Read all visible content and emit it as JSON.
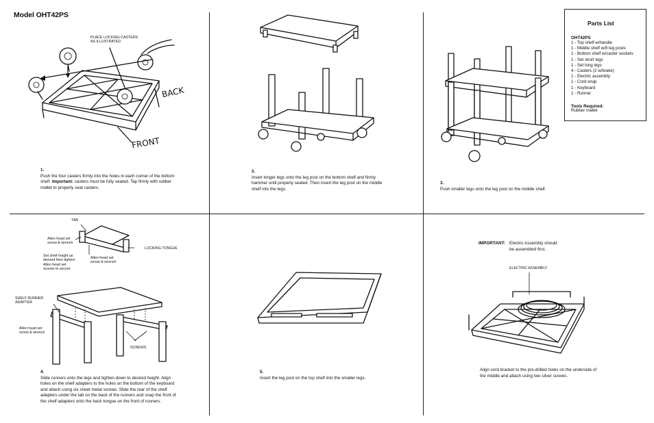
{
  "model_title": "Model OHT42PS",
  "parts_list": {
    "heading": "Parts List",
    "model": "OHT42PS",
    "items": [
      "1 - Top shelf w/handle",
      "1 - Middle shelf w/8 leg posts",
      "1 - Bottom shelf w/caster sockets",
      "1 - Set short legs",
      "1 - Set long legs",
      "4 - Casters (2 w/brake)",
      "1 - Electric assembly",
      "1 - Cord wrap",
      "1 - Keyboard",
      "1 - Runner"
    ],
    "tools_heading": "Tools Required:",
    "tools": "Rubber mallet"
  },
  "step1": {
    "num": "1.",
    "text_a": "Push the four casters firmly into the holes in each corner of the bottom shelf. ",
    "important": "Important:",
    "text_b": " casters must be fully seated. Tap firmly with rubber mallet to properly seat casters.",
    "callout_line1": "PLACE LOCKING CASTERS",
    "callout_line2": "AS ILLUSTRATED",
    "back_label": "BACK",
    "front_label": "FRONT"
  },
  "step2": {
    "num": "2.",
    "text": "Insert longer legs onto the leg post on the bottom shelf and firmly hammer until properly seated. Then insert the leg post on the middle shelf into the legs."
  },
  "step3": {
    "num": "3.",
    "text": "Push smaller legs onto the leg post on the middle shelf."
  },
  "step4": {
    "num": "4.",
    "text": "Slide runners onto the legs and tighten down to desired height. Align holes on the shelf adapters to the holes on the bottom of the keyboard and attach using six sheet metal screws. Slide the rear of the shelf adapters under the tab on the back of the runners and snap the front of the shelf adapters onto the back tongue on the front of runners.",
    "labels": {
      "tab": "TAB",
      "allen1_l1": "Allen head set",
      "allen1_l2": "screw & wrench",
      "locking_tongue": "LOCKING TONGUE",
      "set_l1": "Set shelf height as",
      "set_l2": "desired then tighten",
      "set_l3": "Allen head set",
      "set_l4": "screws to secure",
      "allen2_l1": "Allen head set",
      "allen2_l2": "screw & wrench",
      "runner_l1": "SHELF RUNNER",
      "runner_l2": "ADAPTER",
      "allen3_l1": "Allen head set",
      "allen3_l2": "screw & wrench",
      "screws": "SCREWS"
    }
  },
  "step5": {
    "num": "5.",
    "text": "Insert the leg post on the top shelf into the smaller legs."
  },
  "step6": {
    "important": "IMPORTANT:",
    "important_line1": "Electric Assembly should",
    "important_line2": "be assembled first.",
    "assembly_label": "ELECTRIC ASSEMBLY",
    "text": "Align cord bracket to the pre-drilled holes on the underside of the middle and attach using two silver screws."
  }
}
